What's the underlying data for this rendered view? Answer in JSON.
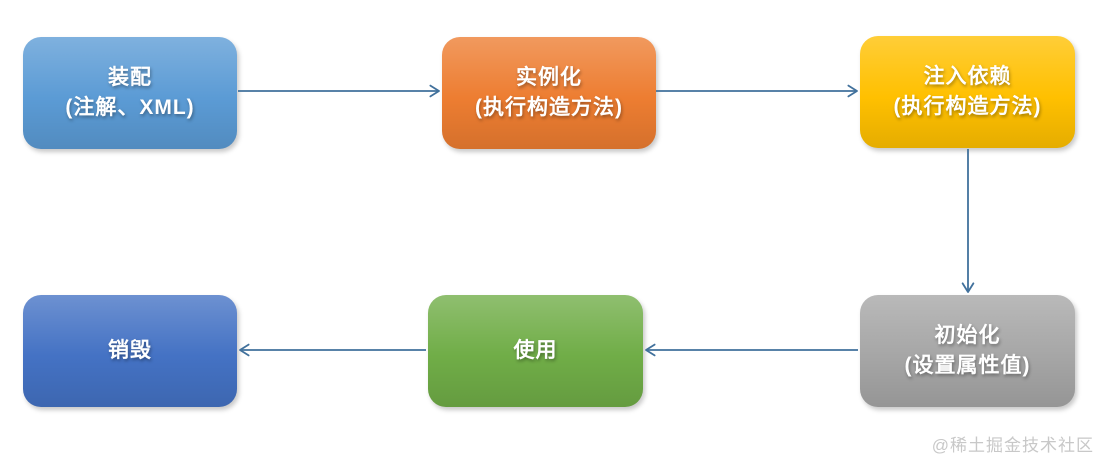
{
  "diagram": {
    "description": "bean-lifecycle-flowchart",
    "arrow_color": "#41719C",
    "nodes": [
      {
        "id": "assemble",
        "line1": "装配",
        "line2": "(注解、XML)",
        "color": "#5B9BD5"
      },
      {
        "id": "instantiate",
        "line1": "实例化",
        "line2": "(执行构造方法)",
        "color": "#ED7D31"
      },
      {
        "id": "inject",
        "line1": "注入依赖",
        "line2": "(执行构造方法)",
        "color": "#FFC000"
      },
      {
        "id": "initialize",
        "line1": "初始化",
        "line2": "(设置属性值)",
        "color": "#A6A6A6"
      },
      {
        "id": "use",
        "line1": "使用",
        "line2": "",
        "color": "#70AD47"
      },
      {
        "id": "destroy",
        "line1": "销毁",
        "line2": "",
        "color": "#4472C4"
      }
    ],
    "edges": [
      {
        "from": "assemble",
        "to": "instantiate"
      },
      {
        "from": "instantiate",
        "to": "inject"
      },
      {
        "from": "inject",
        "to": "initialize"
      },
      {
        "from": "initialize",
        "to": "use"
      },
      {
        "from": "use",
        "to": "destroy"
      }
    ]
  },
  "watermark": {
    "text": "@稀土掘金技术社区",
    "color": "#C8C8C8"
  }
}
